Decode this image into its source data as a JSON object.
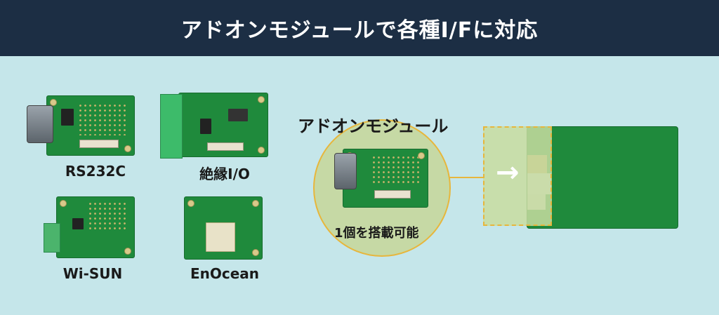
{
  "header": {
    "title": "アドオンモジュールで各種I/Fに対応"
  },
  "modules": [
    {
      "label": "RS232C"
    },
    {
      "label": "絶縁I/O"
    },
    {
      "label": "Wi-SUN"
    },
    {
      "label": "EnOcean"
    }
  ],
  "addon": {
    "title": "アドオンモジュール",
    "caption": "1個を搭載可能"
  },
  "colors": {
    "header_bg": "#1c2e44",
    "page_bg": "#c5e6ea",
    "accent": "#e7b63c",
    "pcb_green": "#1f8a3c"
  }
}
